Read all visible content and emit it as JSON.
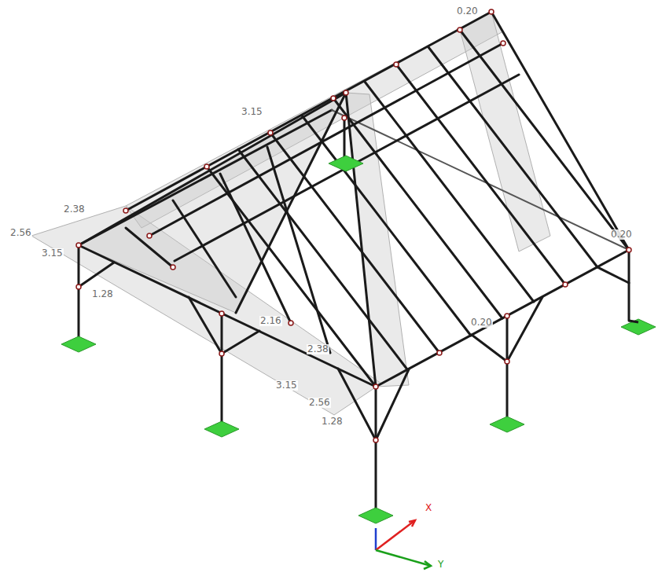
{
  "diagram": {
    "labels": [
      "0.20",
      "3.15",
      "2.38",
      "2.56",
      "3.15",
      "1.28",
      "2.16",
      "2.38",
      "3.15",
      "2.56",
      "1.28",
      "0.20",
      "0.20",
      "X",
      "Y"
    ]
  }
}
